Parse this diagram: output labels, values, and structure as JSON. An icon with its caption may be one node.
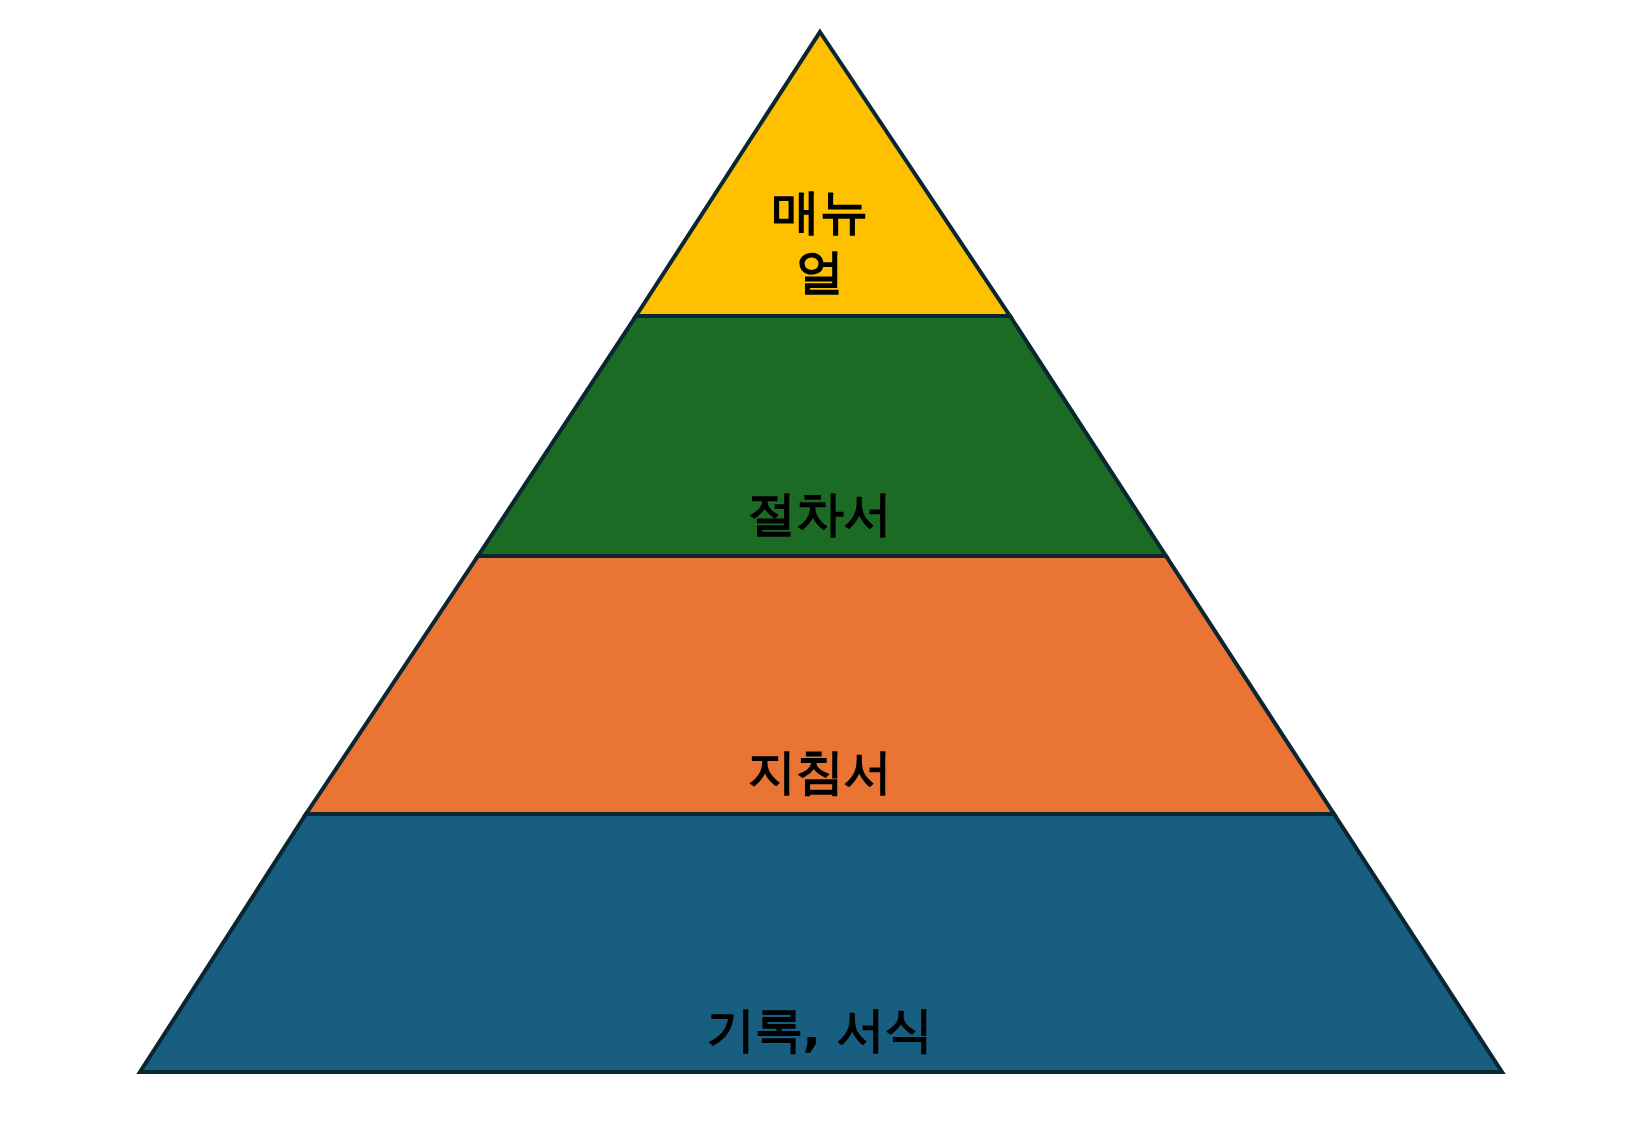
{
  "diagram": {
    "nodes": [
      {
        "text": [
          "매뉴얼"
        ]
      },
      {
        "text": [
          "절차서"
        ]
      },
      {
        "text": [
          "지침서"
        ]
      },
      {
        "text": [
          "기록, 서식"
        ]
      }
    ]
  }
}
